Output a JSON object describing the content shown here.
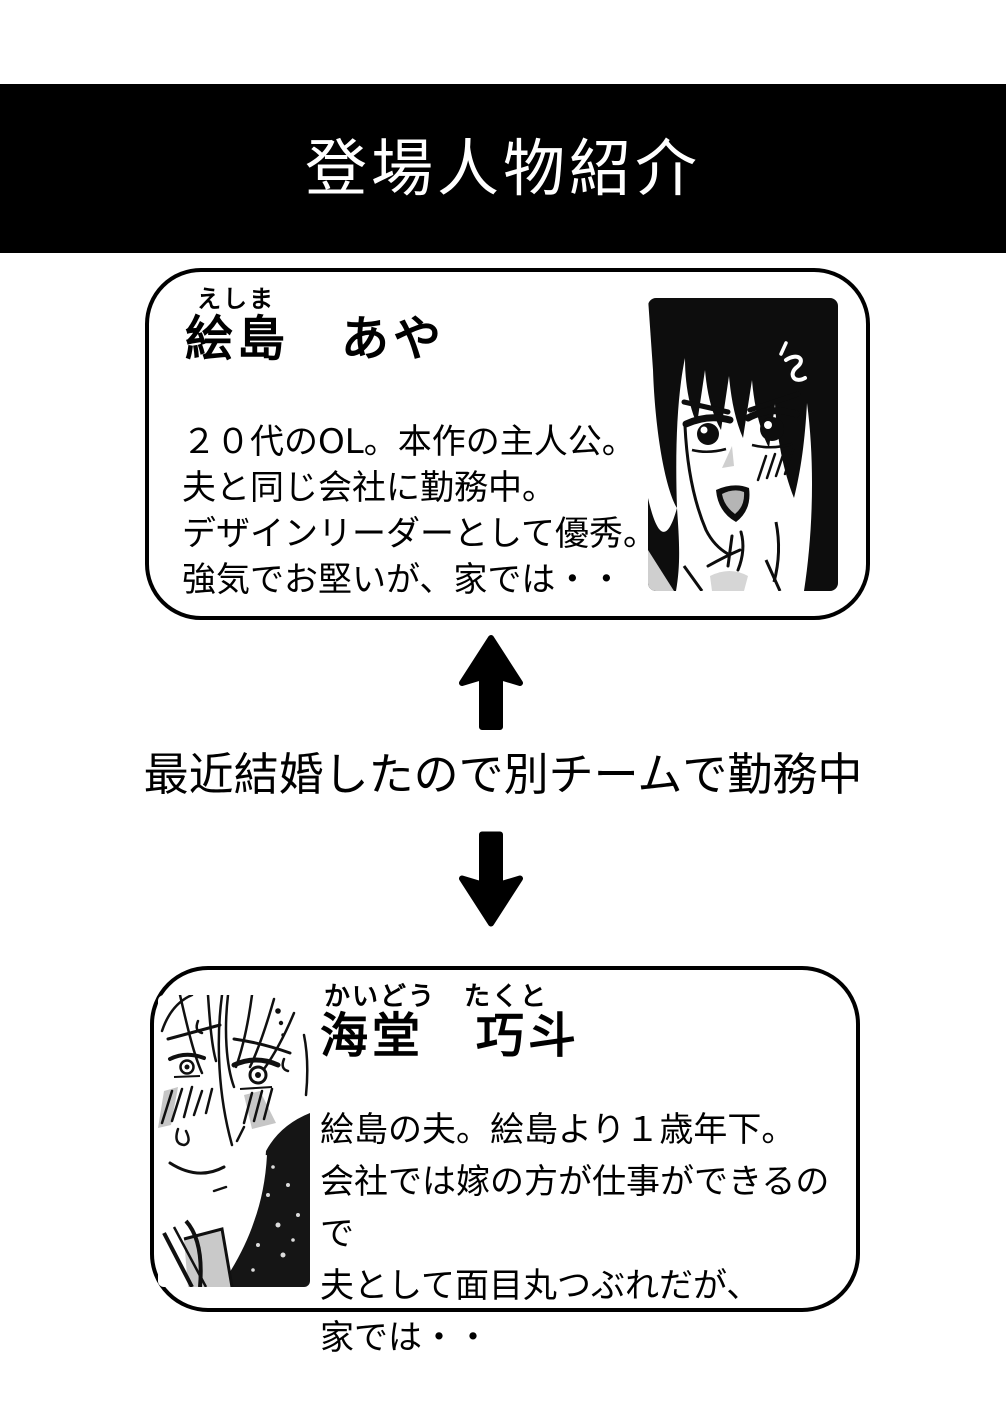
{
  "page": {
    "background_color": "#ffffff",
    "ink_color": "#000000"
  },
  "header": {
    "title": "登場人物紹介",
    "background_color": "#000000",
    "text_color": "#ffffff"
  },
  "characters": [
    {
      "furigana": "えしま",
      "name": "絵島　あや",
      "description_lines": [
        "２０代のOL。本作の主人公。",
        "夫と同じ会社に勤務中。",
        "デザインリーダーとして優秀。",
        "強気でお堅いが、家では・・"
      ],
      "portrait_alt": "woman-dark-bob-hair-open-mouth-blushing"
    },
    {
      "furigana": "かいどう　たくと",
      "name": "海堂　巧斗",
      "description_lines": [
        "絵島の夫。絵島より１歳年下。",
        "会社では嫁の方が仕事ができるので",
        "夫として面目丸つぶれだが、",
        "家では・・"
      ],
      "portrait_alt": "man-light-hair-embarrassed-blushing"
    }
  ],
  "relationship": {
    "label": "最近結婚したので別チームで勤務中",
    "arrow_up_icon": "thick-up-arrow",
    "arrow_down_icon": "thick-down-arrow"
  }
}
